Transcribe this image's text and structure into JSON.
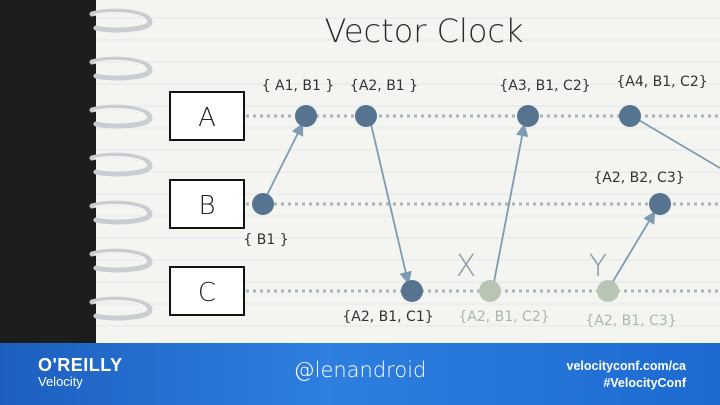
{
  "slide": {
    "title": "Vector Clock",
    "processes": [
      {
        "label": "A"
      },
      {
        "label": "B"
      },
      {
        "label": "C"
      }
    ],
    "events": [
      {
        "label": "{ A1, B1 }"
      },
      {
        "label": "{A2, B1 }"
      },
      {
        "label": "{A3, B1, C2}"
      },
      {
        "label": "{A4, B1, C2}"
      },
      {
        "label": "{ B1 }"
      },
      {
        "label": "{A2, B2, C3}"
      },
      {
        "label": "{A2, B1, C1}"
      },
      {
        "label": "{A2, B1, C2}"
      },
      {
        "label": "{A2, B1, C3}"
      }
    ],
    "markers": [
      "X",
      "Y"
    ]
  },
  "footer": {
    "brand": "O'REILLY",
    "brand_sub": "Velocity",
    "handle": "@lenandroid",
    "site": "velocityconf.com/ca",
    "hashtag": "#VelocityConf"
  },
  "colors": {
    "dot": "#56738f",
    "dot_faded": "#b8c5b5",
    "arrow": "#7f9bb1",
    "footer": "#2a74d6"
  }
}
